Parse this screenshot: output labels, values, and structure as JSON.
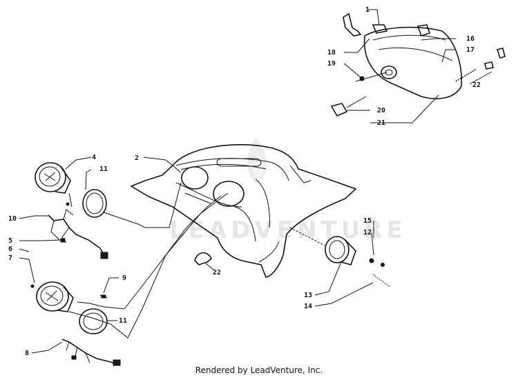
{
  "watermark": "LEADVENTURE",
  "footer_text": "Rendered by LeadVenture, Inc.",
  "callouts": {
    "c1": "1",
    "c2": "2",
    "c4": "4",
    "c5": "5",
    "c6": "6",
    "c7": "7",
    "c8": "8",
    "c9": "9",
    "c10": "10",
    "c11a": "11",
    "c11b": "11",
    "c12": "12",
    "c13": "13",
    "c14": "14",
    "c15": "15",
    "c16": "16",
    "c17": "17",
    "c18": "18",
    "c19": "19",
    "c20": "20",
    "c21": "21",
    "c22a": "22",
    "c22b": "22"
  }
}
